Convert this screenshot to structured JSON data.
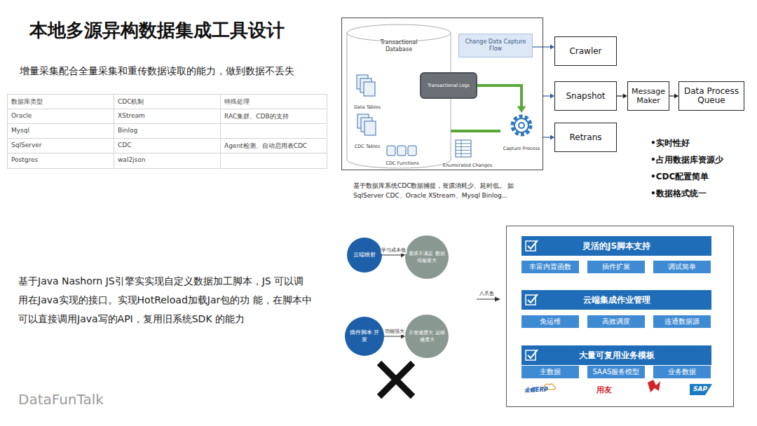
{
  "diagram": {
    "title": "本地多源异构数据集成工具设计",
    "nodes": [
      {
        "text": [
          "基于数据库系统CDC数据捕捉，资源消耗少、延时低。 如SqlServer CDC、Oracle XStream、Mysql Binlog..."
        ]
      },
      {
        "text": [
          "Transactional Database"
        ],
        "in": 0
      },
      {
        "text": [
          "Data Tables"
        ],
        "in": 1
      },
      {
        "text": [
          "CDC Tables"
        ],
        "in": 1
      },
      {
        "text": [
          "CDC Functions"
        ],
        "in": 1
      },
      {
        "text": [
          "Transactional Logs"
        ],
        "in": 0
      },
      {
        "text": [
          "Change Data Capture Flow"
        ],
        "in": 0
      },
      {
        "text": [
          "Enumerated Changes"
        ],
        "in": 0
      },
      {
        "text": [
          "Capture Process"
        ],
        "in": 0
      },
      {
        "text": [
          "Crawler"
        ]
      },
      {
        "text": [
          "Snapshot"
        ]
      },
      {
        "text": [
          "Retrans"
        ]
      },
      {
        "text": [
          "Message Maker"
        ]
      },
      {
        "text": [
          "Data Process Queue"
        ]
      },
      {
        "text": [
          "云端映射"
        ]
      },
      {
        "text": [
          "需求不满足 数据传输量大"
        ]
      },
      {
        "text": [
          "插件脚本 开发"
        ]
      },
      {
        "text": [
          "开发难度大 运维难度大"
        ]
      },
      {
        "text": [
          "灵活的JS脚本支持"
        ]
      },
      {
        "text": [
          "丰富内置函数"
        ]
      },
      {
        "text": [
          "插件扩展"
        ]
      },
      {
        "text": [
          "调试简单"
        ]
      },
      {
        "text": [
          "云端集成作业管理"
        ]
      },
      {
        "text": [
          "免运维"
        ]
      },
      {
        "text": [
          "高效调度"
        ]
      },
      {
        "text": [
          "连通数据源"
        ]
      },
      {
        "text": [
          "大量可复用业务模板"
        ]
      },
      {
        "text": [
          "主数据"
        ]
      },
      {
        "text": [
          "SAAS服务模型"
        ]
      },
      {
        "text": [
          "业务数据"
        ]
      }
    ],
    "edges": [
      {
        "from": 2,
        "to": 5,
        "arrow": "to"
      },
      {
        "from": 5,
        "to": 8,
        "arrow": "to"
      },
      {
        "from": 8,
        "to": 3,
        "arrow": "to"
      },
      {
        "from": 4,
        "to": 7,
        "arrow": "to"
      },
      {
        "from": 6,
        "to": 9,
        "arrow": "to"
      },
      {
        "from": 0,
        "to": 10,
        "arrow": "to"
      },
      {
        "from": 0,
        "to": 11,
        "arrow": "to"
      },
      {
        "from": 10,
        "to": 12,
        "arrow": "to"
      },
      {
        "from": 12,
        "to": 13,
        "arrow": "to"
      },
      {
        "from": 14,
        "to": 15,
        "label": "学习成本低",
        "arrow": "to"
      },
      {
        "from": 16,
        "to": 17,
        "label": "功能强大",
        "arrow": "to"
      }
    ],
    "labels": [
      "增量采集配合全量采集和重传数据读取的能力，做到数据不丢失",
      "数据库类型",
      "CDC机制",
      "特殊处理",
      "Oracle",
      "XStream",
      "RAC集群、CDB的支持",
      "Mysql",
      "Binlog",
      "SqlServer",
      "CDC",
      "Agent检测、自动启用表CDC",
      "Postgres",
      "wal2json",
      "基于Java Nashorn JS引擎实实现自定义数据加工脚本，JS 可以调用在Java实现的接口。实现HotReload加载Jar包的功 能，在脚本中可以直接调用Java写的API，复用旧系统SDK 的能力",
      "•实时性好",
      "•占用数据库资源少",
      "•CDC配置简单",
      "•数据格式统一",
      "八爪鱼",
      "金蝶ERP",
      "用友",
      "SAP",
      "DataFunTalk"
    ]
  }
}
